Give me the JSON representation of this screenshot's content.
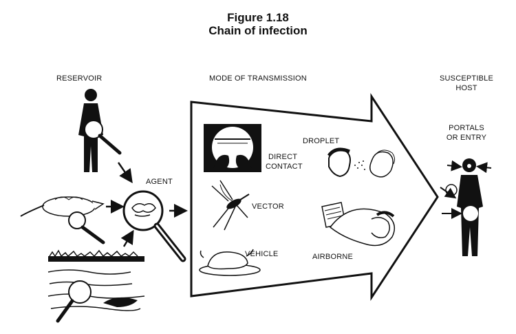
{
  "figure": {
    "number": "Figure 1.18",
    "title": "Chain of infection"
  },
  "labels": {
    "reservoir": "RESERVOIR",
    "mode_of_transmission": "MODE OF TRANSMISSION",
    "susceptible_host_line1": "SUSCEPTIBLE",
    "susceptible_host_line2": "HOST",
    "portals_line1": "PORTALS",
    "portals_line2": "OR ENTRY",
    "agent": "AGENT",
    "direct_contact_line1": "DIRECT",
    "direct_contact_line2": "CONTACT",
    "droplet": "DROPLET",
    "vector": "VECTOR",
    "vehicle": "VEHICLE",
    "airborne": "AIRBORNE"
  }
}
